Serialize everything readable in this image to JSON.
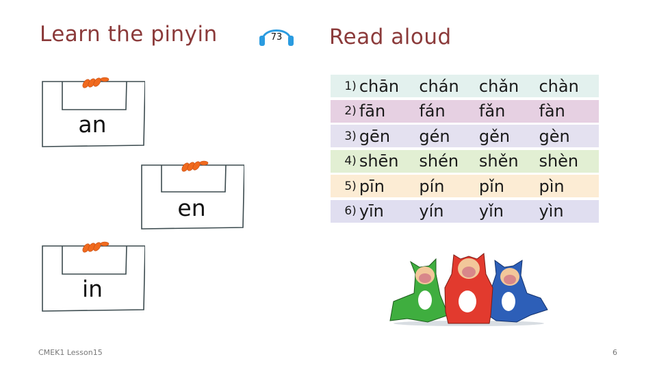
{
  "slide": {
    "left_title": "Learn the pinyin",
    "audio_track": "73",
    "right_title": "Read aloud",
    "title_color": "#8b3a3a",
    "finals": [
      {
        "label": "an"
      },
      {
        "label": "en"
      },
      {
        "label": "in"
      }
    ],
    "reading_table": {
      "rows": [
        {
          "num": "1)",
          "color": "#e3f1ee",
          "syllables": [
            "chān",
            "chán",
            "chǎn",
            "chàn"
          ]
        },
        {
          "num": "2)",
          "color": "#e6d0e2",
          "syllables": [
            "fān",
            "fán",
            "fǎn",
            "fàn"
          ]
        },
        {
          "num": "3)",
          "color": "#e4e1f0",
          "syllables": [
            "gēn",
            "gén",
            "gěn",
            "gèn"
          ]
        },
        {
          "num": "4)",
          "color": "#e2efd3",
          "syllables": [
            "shēn",
            "shén",
            "shěn",
            "shèn"
          ]
        },
        {
          "num": "5)",
          "color": "#fcecd4",
          "syllables": [
            "pīn",
            "pín",
            "pǐn",
            "pìn"
          ]
        },
        {
          "num": "6)",
          "color": "#e0def0",
          "syllables": [
            "yīn",
            "yín",
            "yǐn",
            "yìn"
          ]
        }
      ]
    },
    "illustration": "three-singing-cats"
  },
  "footer": {
    "course": "CMEK1 Lesson15",
    "page_number": "6"
  }
}
